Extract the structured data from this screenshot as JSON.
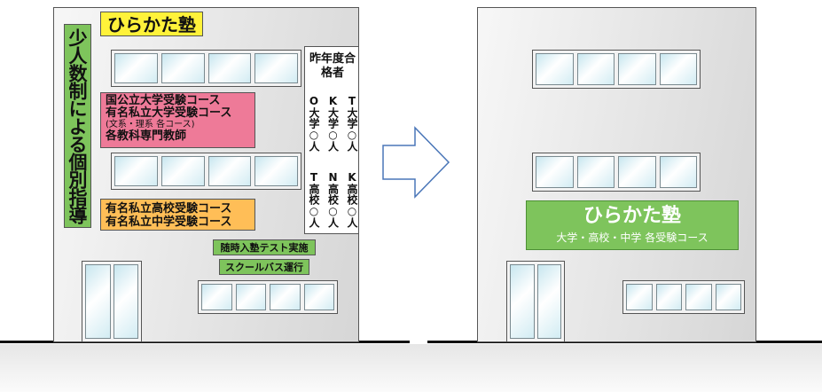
{
  "before": {
    "school_name": "ひらかた塾",
    "banner_vertical": "少人数制による個別指導",
    "courses_pink": [
      "国公立大学受験コース",
      "有名私立大学受験コース",
      "(文系・理系 各コース)",
      "各教科専門教師"
    ],
    "courses_orange": [
      "有名私立高校受験コース",
      "有名私立中学受験コース"
    ],
    "results_title": "昨年度合格者",
    "results_univ": [
      "T大学○人",
      "K大学○人",
      "O大学○人"
    ],
    "results_high": [
      "K高校○人",
      "N高校○人",
      "T高校○人"
    ],
    "test_label": "随時入塾テスト実施",
    "bus_label": "スクールバス運行"
  },
  "after": {
    "school_name": "ひらかた塾",
    "subtitle": "大学・高校・中学 各受験コース"
  },
  "colors": {
    "yellow": "#fff23a",
    "green": "#7ec45c",
    "pink": "#ee7a98",
    "orange": "#ffbe57",
    "arrow": "#4a76b8"
  }
}
